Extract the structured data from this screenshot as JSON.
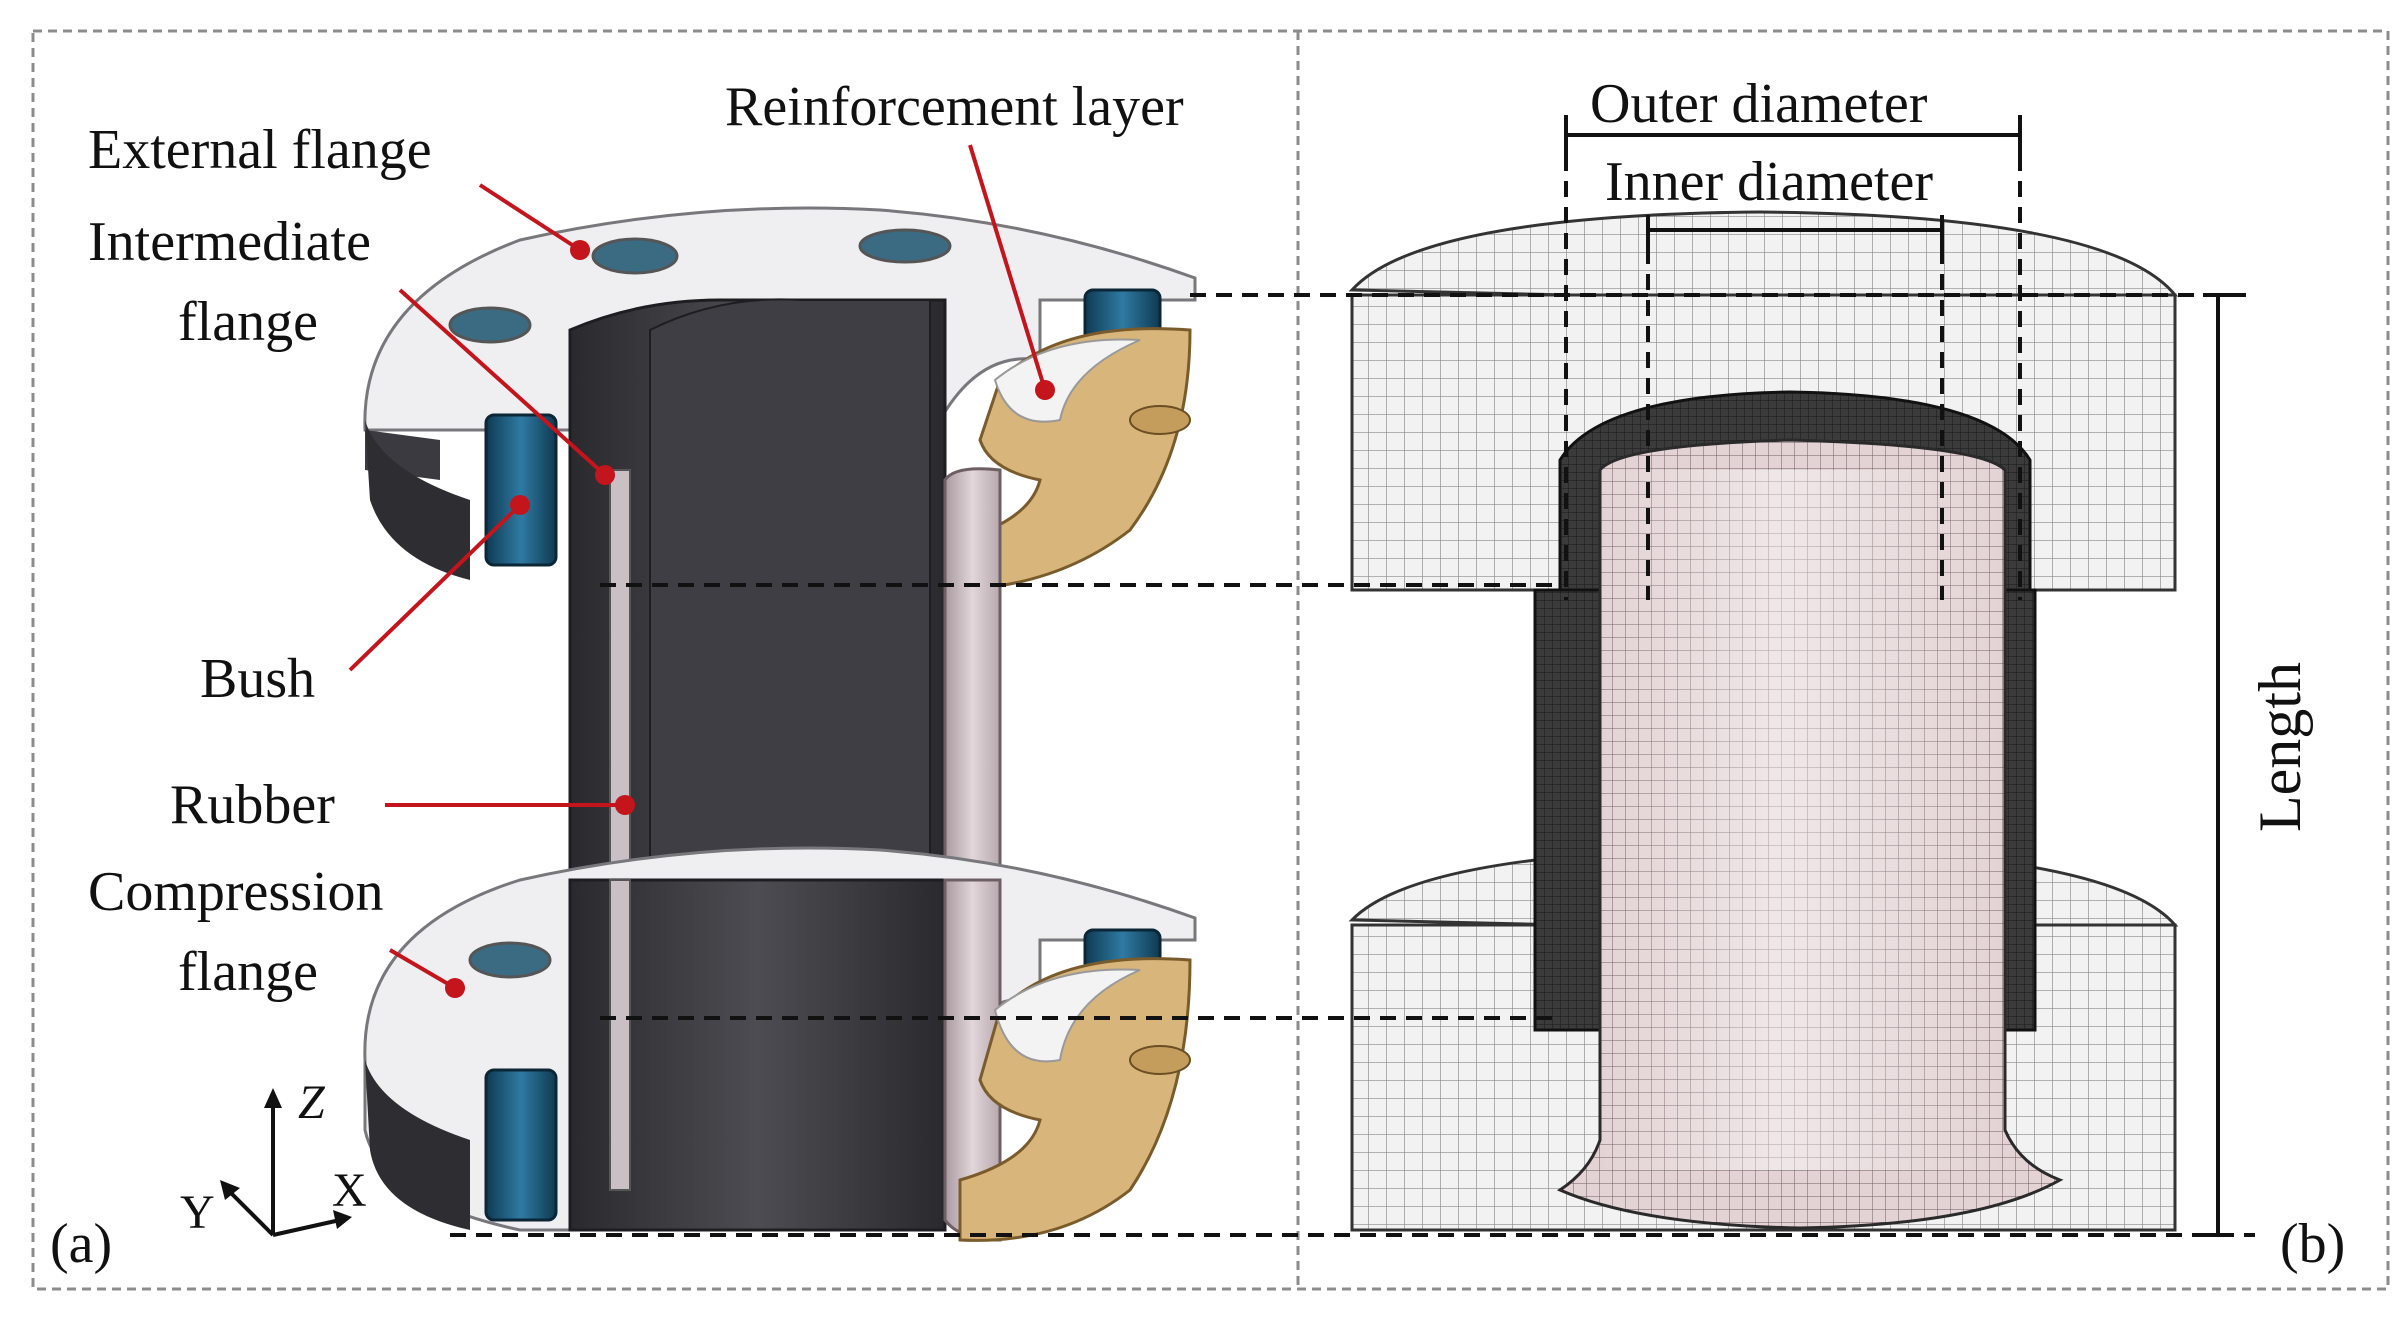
{
  "panel_a": {
    "tag": "(a)",
    "labels": {
      "reinforcement": "Reinforcement layer",
      "external_flange": "External flange",
      "intermediate_l1": "Intermediate",
      "intermediate_l2": "flange",
      "bush": "Bush",
      "rubber": "Rubber",
      "compression_l1": "Compression",
      "compression_l2": "flange"
    },
    "axes": {
      "z": "Z",
      "y": "Y",
      "x": "X"
    }
  },
  "panel_b": {
    "tag": "(b)",
    "dimensions": {
      "outer": "Outer diameter",
      "inner": "Inner diameter",
      "length": "Length"
    }
  },
  "colors": {
    "leader": "#c4141c",
    "flange_face": "#eeeef0",
    "rubber_dark": "#3a3a3f",
    "bush_blue": "#1d5878",
    "reinforcement_tan": "#d8b57a",
    "liner_pink": "#cdb8bd",
    "mesh_line": "#8a8a8a"
  }
}
